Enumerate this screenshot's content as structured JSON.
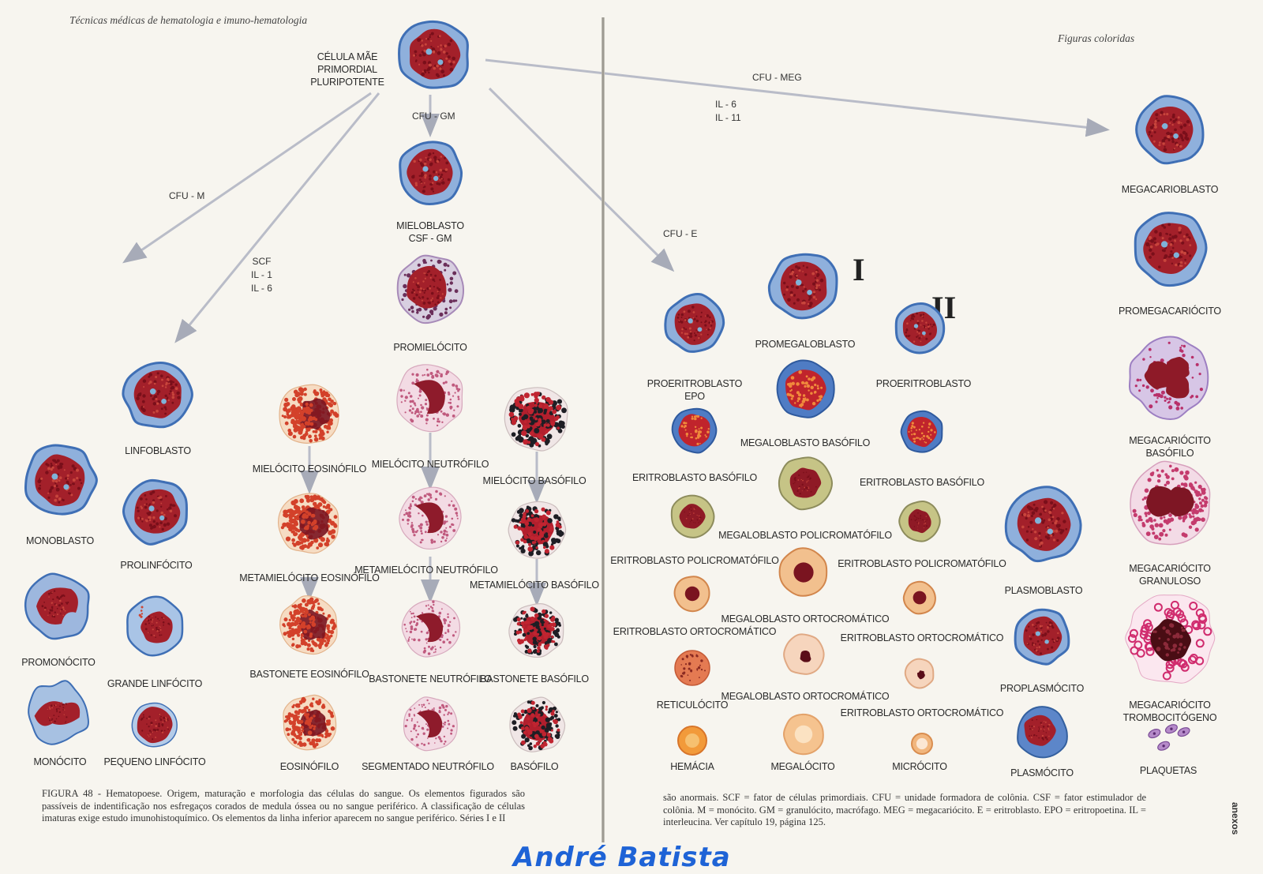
{
  "header_left": "Técnicas médicas de hematologia e imuno-hematologia",
  "header_right": "Figuras coloridas",
  "annotations": {
    "cfu_gm": "CFU - GM",
    "cfu_m": "CFU - M",
    "scf_il": "SCF\nIL - 1\nIL - 6",
    "cfu_meg": "CFU - MEG",
    "il_6_11": "IL - 6\nIL - 11",
    "cfu_e": "CFU - E"
  },
  "series_marks": {
    "one": "I",
    "two": "II"
  },
  "cells": [
    {
      "id": "celula-mae",
      "label": "CÉLULA MÃE\nPRIMORDIAL\nPLURIPOTENTE",
      "type": "blast"
    },
    {
      "id": "mieloblasto",
      "label": "MIELOBLASTO\nCSF - GM",
      "type": "blast"
    },
    {
      "id": "promielocito",
      "label": "PROMIELÓCITO",
      "type": "promyelo"
    },
    {
      "id": "linfoblasto",
      "label": "LINFOBLASTO",
      "type": "blast"
    },
    {
      "id": "monoblasto",
      "label": "MONOBLASTO",
      "type": "blast"
    },
    {
      "id": "prolinfocito",
      "label": "PROLINFÓCITO",
      "type": "blast"
    },
    {
      "id": "promonocito",
      "label": "PROMONÓCITO",
      "type": "kidney"
    },
    {
      "id": "grande-linfocito",
      "label": "GRANDE LINFÓCITO",
      "type": "lympho"
    },
    {
      "id": "monocito",
      "label": "MONÓCITO",
      "type": "mono"
    },
    {
      "id": "pequeno-linfocito",
      "label": "PEQUENO LINFÓCITO",
      "type": "smalllympho"
    },
    {
      "id": "mielocito-eosinofilo",
      "label": "MIELÓCITO EOSINÓFILO",
      "type": "eos"
    },
    {
      "id": "metamielocito-eosinofilo",
      "label": "METAMIELÓCITO EOSINÓFILO",
      "type": "eos"
    },
    {
      "id": "bastonete-eosinofilo",
      "label": "BASTONETE EOSINÓFILO",
      "type": "eos"
    },
    {
      "id": "eosinofilo",
      "label": "EOSINÓFILO",
      "type": "eos"
    },
    {
      "id": "mielocito-neutrofilo",
      "label": "MIELÓCITO NEUTRÓFILO",
      "type": "neut"
    },
    {
      "id": "metamielocito-neutrofilo",
      "label": "METAMIELÓCITO NEUTRÓFILO",
      "type": "neut"
    },
    {
      "id": "bastonete-neutrofilo",
      "label": "BASTONETE NEUTRÓFILO",
      "type": "neut"
    },
    {
      "id": "segmentado-neutrofilo",
      "label": "SEGMENTADO NEUTRÓFILO",
      "type": "neut"
    },
    {
      "id": "mielocito-basofilo",
      "label": "MIELÓCITO BASÓFILO",
      "type": "baso"
    },
    {
      "id": "metamielocito-basofilo",
      "label": "METAMIELÓCITO BASÓFILO",
      "type": "baso"
    },
    {
      "id": "bastonete-basofilo",
      "label": "BASTONETE BASÓFILO",
      "type": "baso"
    },
    {
      "id": "basofilo",
      "label": "BASÓFILO",
      "type": "baso"
    },
    {
      "id": "proeritroblasto-1",
      "label": "PROERITROBLASTO\nEPO",
      "type": "blast"
    },
    {
      "id": "eritroblasto-basofilo-1",
      "label": "ERITROBLASTO BASÓFILO",
      "type": "ebaso"
    },
    {
      "id": "eritroblasto-policromatofilo-1",
      "label": "ERITROBLASTO POLICROMATÓFILO",
      "type": "epoly"
    },
    {
      "id": "eritroblasto-ortocromatico-1",
      "label": "ERITROBLASTO ORTOCROMÁTICO",
      "type": "eorto"
    },
    {
      "id": "reticulocito",
      "label": "RETICULÓCITO",
      "type": "retic"
    },
    {
      "id": "hemacia",
      "label": "HEMÁCIA",
      "type": "rbc"
    },
    {
      "id": "promegaloblasto",
      "label": "PROMEGALOBLASTO",
      "type": "blast"
    },
    {
      "id": "megaloblasto-basofilo",
      "label": "MEGALOBLASTO BASÓFILO",
      "type": "ebaso"
    },
    {
      "id": "megaloblasto-policromatofilo",
      "label": "MEGALOBLASTO POLICROMATÓFILO",
      "type": "epoly"
    },
    {
      "id": "megaloblasto-ortocromatico-1",
      "label": "MEGALOBLASTO ORTOCROMÁTICO",
      "type": "eorto"
    },
    {
      "id": "megaloblasto-ortocromatico-2",
      "label": "MEGALOBLASTO ORTOCROMÁTICO",
      "type": "lateorto"
    },
    {
      "id": "megalocito",
      "label": "MEGALÓCITO",
      "type": "macro"
    },
    {
      "id": "proeritroblasto-2",
      "label": "PROERITROBLASTO",
      "type": "blast"
    },
    {
      "id": "eritroblasto-basofilo-2",
      "label": "ERITROBLASTO BASÓFILO",
      "type": "ebaso"
    },
    {
      "id": "eritroblasto-policromatofilo-2",
      "label": "ERITROBLASTO POLICROMATÓFILO",
      "type": "epoly"
    },
    {
      "id": "eritroblasto-ortocromatico-2",
      "label": "ERITROBLASTO ORTOCROMÁTICO",
      "type": "eorto"
    },
    {
      "id": "eritroblasto-ortocromatico-3",
      "label": "ERITROBLASTO ORTOCROMÁTICO",
      "type": "lateorto"
    },
    {
      "id": "microcito",
      "label": "MICRÓCITO",
      "type": "micro"
    },
    {
      "id": "plasmoblasto",
      "label": "PLASMOBLASTO",
      "type": "blast"
    },
    {
      "id": "proplasmocito",
      "label": "PROPLASMÓCITO",
      "type": "blast"
    },
    {
      "id": "plasmocito",
      "label": "PLASMÓCITO",
      "type": "plasma"
    },
    {
      "id": "megacarioblasto",
      "label": "MEGACARIOBLASTO",
      "type": "blast"
    },
    {
      "id": "promegacariocito",
      "label": "PROMEGACARIÓCITO",
      "type": "blast"
    },
    {
      "id": "megacariocito-basofilo",
      "label": "MEGACARIÓCITO BASÓFILO",
      "type": "mkbaso"
    },
    {
      "id": "megacariocito-granuloso",
      "label": "MEGACARIÓCITO GRANULOSO",
      "type": "mkgran"
    },
    {
      "id": "megacariocito-trombocitogeno",
      "label": "MEGACARIÓCITO TROMBOCITÓGENO",
      "type": "mktromb"
    },
    {
      "id": "plaquetas",
      "label": "PLAQUETAS",
      "type": "platelets"
    }
  ],
  "caption_left": "FIGURA 48 - Hematopoese. Origem, maturação e morfologia das células do sangue. Os elementos figurados são passíveis de indentificação nos esfregaços corados de medula óssea ou no sangue periférico. A classificação de células imaturas exige estudo imunohistoquímico. Os elementos da linha inferior aparecem no sangue periférico. Séries I e II",
  "caption_right": "são anormais. SCF = fator de células primordiais. CFU = unidade formadora de colônia. CSF = fator estimulador de colônia. M = monócito. GM = granulócito, macrófago. MEG = megacariócito. E = eritroblasto. EPO = eritropoetina. IL = interleucina. Ver capítulo 19, página 125.",
  "side_tab": "anexos",
  "watermark": "André Batista",
  "colors": {
    "paper": "#f7f5ef",
    "nucleus": "#a3202a",
    "cytoplasm_blue": "#6f92c9",
    "arrow": "#b9bcc8",
    "watermark": "#1e63d6"
  }
}
